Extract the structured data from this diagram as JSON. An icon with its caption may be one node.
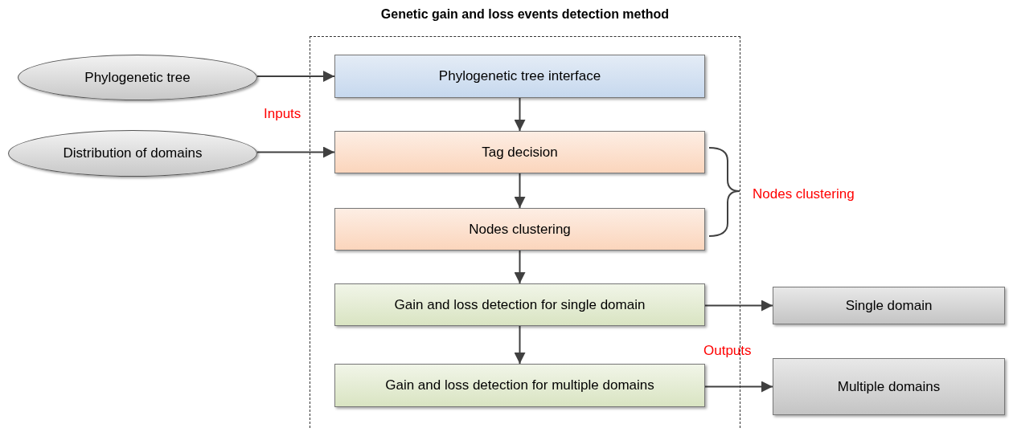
{
  "diagram": {
    "nodes": [
      {
        "text": [
          "Genetic gain and loss events detection method"
        ]
      },
      {
        "text": [
          "Phylogenetic tree"
        ]
      },
      {
        "text": [
          "Phylogenetic tree interface"
        ],
        "in": 0
      },
      {
        "text": [
          "Distribution of domains"
        ]
      },
      {
        "text": [
          "Tag decision"
        ],
        "in": 0
      },
      {
        "text": [
          "Nodes clustering"
        ],
        "in": 0
      },
      {
        "text": [
          "Gain and loss detection for single domain"
        ],
        "in": 0
      },
      {
        "text": [
          "Single domain"
        ]
      },
      {
        "text": [
          "Gain and loss detection for multiple domains"
        ],
        "in": 0
      },
      {
        "text": [
          "Multiple domains"
        ]
      }
    ],
    "edges": [
      {
        "from": 1,
        "to": 2,
        "arrow": "to"
      },
      {
        "from": 2,
        "to": 4,
        "arrow": "to"
      },
      {
        "from": 3,
        "to": 4,
        "arrow": "to"
      },
      {
        "from": 4,
        "to": 5,
        "arrow": "to"
      },
      {
        "from": 5,
        "to": 6,
        "arrow": "to"
      },
      {
        "from": 6,
        "to": 7,
        "arrow": "to"
      },
      {
        "from": 6,
        "to": 8,
        "arrow": "to"
      },
      {
        "from": 8,
        "to": 9,
        "arrow": "to"
      }
    ],
    "labels": [
      "Inputs",
      "Nodes clustering",
      "Outputs"
    ]
  }
}
